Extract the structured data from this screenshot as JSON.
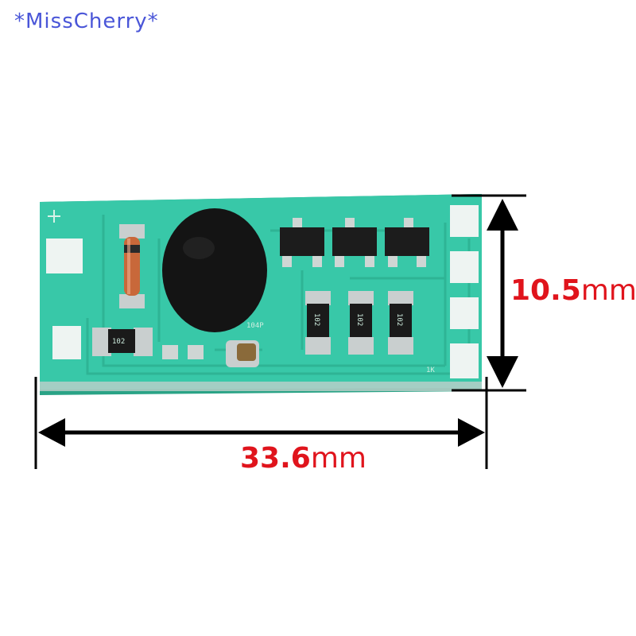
{
  "watermark": "*MissCherry*",
  "dimensions": {
    "height_value": "10.5",
    "height_unit": "mm",
    "width_value": "33.6",
    "width_unit": "mm"
  },
  "components": {
    "resistor_codes": [
      "102",
      "102",
      "102",
      "102"
    ],
    "silkscreen": [
      "104P",
      "1K"
    ]
  },
  "colors": {
    "pcb": "#35c6a6",
    "pad": "#eef4f2",
    "component": "#1a1a1a",
    "dimension_text": "#e0141c",
    "watermark": "#4a56d8"
  }
}
